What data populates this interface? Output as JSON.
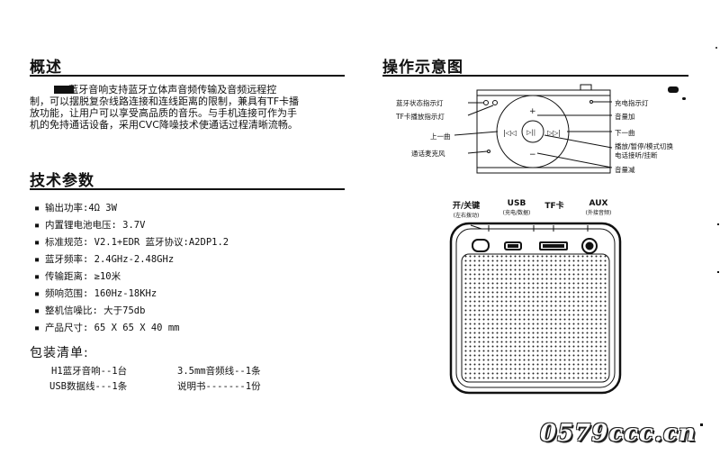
{
  "overview": {
    "title": "概述",
    "lines": [
      "H1蓝牙音响支持蓝牙立体声音频传输及音频远程控",
      "制，可以摆脱复杂线路连接和连线距离的限制，兼具有TF卡播",
      "放功能，让用户可以享受高品质的音乐。与手机连接可作为手",
      "机的免持通话设备，采用CVC降噪技术使通话过程清晰流畅。"
    ]
  },
  "specs": {
    "title": "技术参数",
    "items": [
      "输出功率:4Ω 3W",
      "内置锂电池电压: 3.7V",
      "标准规范: V2.1+EDR       蓝牙协议:A2DP1.2",
      "蓝牙频率: 2.4GHz-2.48GHz",
      "传输距离: ≥10米",
      "频响范围: 160Hz-18KHz",
      "整机信噪比: 大于75db",
      "产品尺寸: 65 X 65 X 40 mm"
    ]
  },
  "package": {
    "title": "包装清单:",
    "items": [
      "H1蓝牙音响--1台",
      "3.5mm音频线--1条",
      "USB数据线---1条",
      "说明书-------1份"
    ]
  },
  "diagram": {
    "title": "操作示意图",
    "left_labels": [
      "蓝牙状态指示灯",
      "TF卡播放指示灯",
      "上一曲",
      "通话麦克风"
    ],
    "right_labels": [
      "充电指示灯",
      "音量加",
      "下一曲",
      "播放/暂停/模式切换",
      "电话接听/挂断",
      "音量减"
    ],
    "ports": [
      {
        "name": "开/关键",
        "sub": "(左右拨动)"
      },
      {
        "name": "USB",
        "sub": "(充电/数据)"
      },
      {
        "name": "TF卡",
        "sub": ""
      },
      {
        "name": "AUX",
        "sub": "(外接音频)"
      }
    ]
  },
  "watermark": "0579ccc.cn"
}
